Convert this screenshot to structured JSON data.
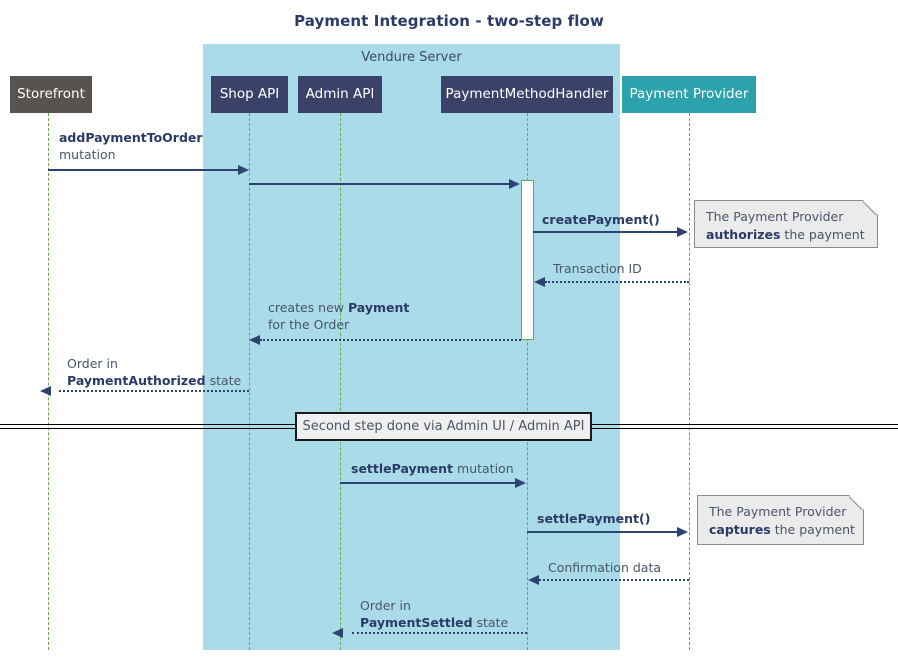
{
  "diagram": {
    "title": "Payment Integration - two-step flow",
    "type": "sequence-diagram",
    "colors": {
      "group_fill": "#aadbe8",
      "participant_dark": "#3b4269",
      "participant_storefront": "#575350",
      "participant_provider": "#2ba2ad",
      "lifeline": "#67a84e",
      "arrow": "#2e4272",
      "note_fill": "#ebebeb",
      "title_text": "#2b3a67"
    }
  },
  "group": {
    "label": "Vendure Server"
  },
  "participants": [
    {
      "id": "storefront",
      "label": "Storefront",
      "color": "#575350"
    },
    {
      "id": "shop-api",
      "label": "Shop API",
      "color": "#3b4269"
    },
    {
      "id": "admin-api",
      "label": "Admin API",
      "color": "#3b4269"
    },
    {
      "id": "handler",
      "label": "PaymentMethodHandler",
      "color": "#3b4269"
    },
    {
      "id": "provider",
      "label": "Payment Provider",
      "color": "#2ba2ad"
    }
  ],
  "messages": [
    {
      "id": "m1",
      "from": "storefront",
      "to": "shop-api",
      "style": "solid",
      "direction": "right",
      "label_line1_strong": "addPaymentToOrder",
      "label_line2": "mutation"
    },
    {
      "id": "m2",
      "from": "shop-api",
      "to": "handler",
      "style": "solid",
      "direction": "right",
      "label_line1_strong": "",
      "label_line2": ""
    },
    {
      "id": "m3",
      "from": "handler",
      "to": "provider",
      "style": "solid",
      "direction": "right",
      "label_line1_strong": "createPayment()",
      "label_line2": ""
    },
    {
      "id": "m4",
      "from": "provider",
      "to": "handler",
      "style": "dotted",
      "direction": "left",
      "label_line1": "Transaction ID"
    },
    {
      "id": "m5",
      "from": "handler",
      "to": "shop-api",
      "style": "dotted",
      "direction": "left",
      "label_pre": "creates new ",
      "label_strong": "Payment",
      "label_line2": "for the Order"
    },
    {
      "id": "m6",
      "from": "shop-api",
      "to": "storefront",
      "style": "dotted",
      "direction": "left",
      "label_line1": "Order in",
      "label_strong": "PaymentAuthorized",
      "label_post": " state"
    },
    {
      "id": "m7",
      "from": "admin-api",
      "to": "handler",
      "style": "solid",
      "direction": "right",
      "label_strong": "settlePayment",
      "label_post": " mutation"
    },
    {
      "id": "m8",
      "from": "handler",
      "to": "provider",
      "style": "solid",
      "direction": "right",
      "label_strong": "settlePayment()"
    },
    {
      "id": "m9",
      "from": "provider",
      "to": "handler",
      "style": "dotted",
      "direction": "left",
      "label_line1": "Confirmation data"
    },
    {
      "id": "m10",
      "from": "handler",
      "to": "admin-api",
      "style": "dotted",
      "direction": "left",
      "label_line1": "Order in",
      "label_strong": "PaymentSettled",
      "label_post": " state"
    }
  ],
  "notes": [
    {
      "id": "note-authorize",
      "line1": "The Payment Provider",
      "line2_strong": "authorizes",
      "line2_rest": " the payment"
    },
    {
      "id": "note-capture",
      "line1": "The Payment Provider",
      "line2_strong": "captures",
      "line2_rest": " the payment"
    }
  ],
  "divider": {
    "label": "Second step done via Admin UI / Admin API"
  }
}
